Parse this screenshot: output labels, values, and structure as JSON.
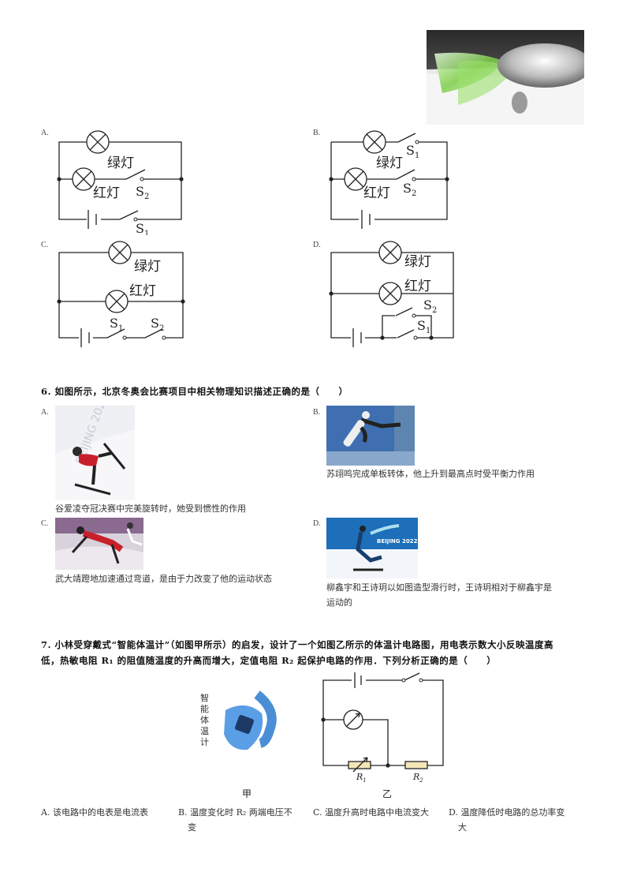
{
  "q5": {
    "options": [
      {
        "letter": "A.",
        "green": "绿灯",
        "red": "红灯",
        "s_top": "S",
        "s_top_sub": "2",
        "s_bottom": "S",
        "s_bottom_sub": "1"
      },
      {
        "letter": "B.",
        "green": "绿灯",
        "red": "红灯",
        "s_top": "S",
        "s_top_sub": "1",
        "s_bottom": "S",
        "s_bottom_sub": "2"
      },
      {
        "letter": "C.",
        "green": "绿灯",
        "red": "红灯",
        "s_top": "S",
        "s_top_sub": "1",
        "s_bottom": "S",
        "s_bottom_sub": "2"
      },
      {
        "letter": "D.",
        "green": "绿灯",
        "red": "红灯",
        "s_top": "S",
        "s_top_sub": "2",
        "s_bottom": "S",
        "s_bottom_sub": "1"
      }
    ]
  },
  "q6": {
    "stem": "6. 如图所示，北京冬奥会比赛项目中相关物理知识描述正确的是（　　）",
    "options": [
      {
        "letter": "A.",
        "text": "谷爱凌夺冠决赛中完美旋转时，她受到惯性的作用"
      },
      {
        "letter": "B.",
        "text": "苏翊鸣完成单板转体，他上升到最高点时受平衡力作用"
      },
      {
        "letter": "C.",
        "text": "武大靖蹬地加速通过弯道，是由于力改变了他的运动状态"
      },
      {
        "letter": "D.",
        "text_line1": "柳鑫宇和王诗玥以如图造型滑行时，王诗玥相对于柳鑫宇是",
        "text_line2": "运动的"
      }
    ]
  },
  "q7": {
    "stem_line1": "7. 小林受穿戴式“智能体温计”（如图甲所示）的启发，设计了一个如图乙所示的体温计电路图，用电表示数大小反映温度高",
    "stem_line2": "低，热敏电阻 R₁ 的阻值随温度的升高而增大，定值电阻 R₂ 起保护电路的作用．下列分析正确的是（　　）",
    "device_label": "智能体温计",
    "fig_jia": "甲",
    "fig_yi": "乙",
    "r1": "R",
    "r1_sub": "1",
    "r2": "R",
    "r2_sub": "2",
    "options": [
      {
        "letter": "A.",
        "text": "该电路中的电表是电流表"
      },
      {
        "letter": "B.",
        "text_line1": "温度变化时 R₂ 两端电压不",
        "text_line2": "变"
      },
      {
        "letter": "C.",
        "text": "温度升高时电路中电流变大"
      },
      {
        "letter": "D.",
        "text_line1": "温度降低时电路的总功率变",
        "text_line2": "大"
      }
    ]
  }
}
